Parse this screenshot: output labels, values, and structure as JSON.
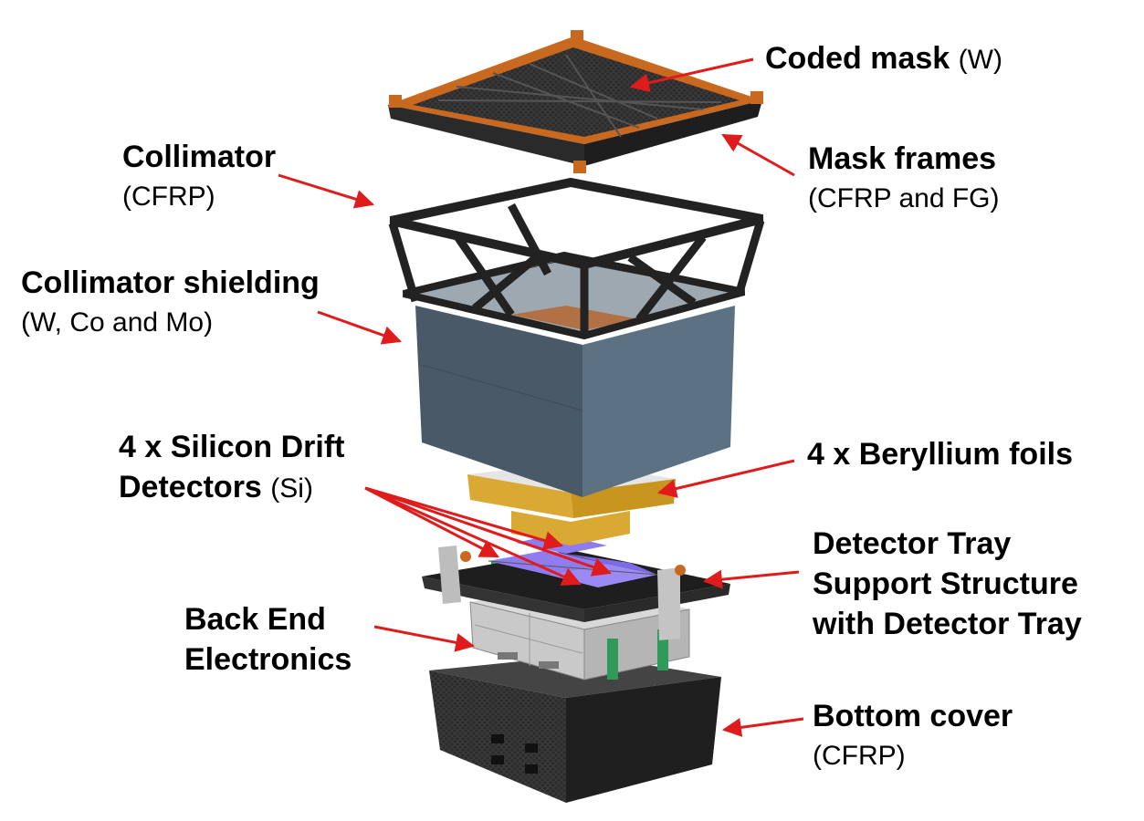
{
  "labels": {
    "coded_mask": {
      "name": "Coded mask",
      "material": "(W)"
    },
    "mask_frames": {
      "name": "Mask frames",
      "material": "(CFRP and FG)"
    },
    "collimator": {
      "name": "Collimator",
      "material": "(CFRP)"
    },
    "collimator_shielding": {
      "name": "Collimator shielding",
      "material": "(W, Co and Mo)"
    },
    "silicon_drift": {
      "line1": "4 x Silicon Drift",
      "line2": "Detectors",
      "material": "(Si)"
    },
    "beryllium": {
      "name": "4 x Beryllium foils"
    },
    "detector_tray": {
      "line1": "Detector Tray",
      "line2": "Support Structure",
      "line3": "with Detector Tray"
    },
    "back_end": {
      "line1": "Back End",
      "line2": "Electronics"
    },
    "bottom_cover": {
      "name": "Bottom cover",
      "material": "(CFRP)"
    }
  },
  "colors": {
    "arrow": "#e01b1b",
    "carbon": "#2a2a2a",
    "orange_frame": "#c8691f",
    "shield": "#566b7c",
    "beryllium_foil": "#d9a934",
    "detector": "#8f7df0",
    "green_strap": "#2f9a5a"
  }
}
